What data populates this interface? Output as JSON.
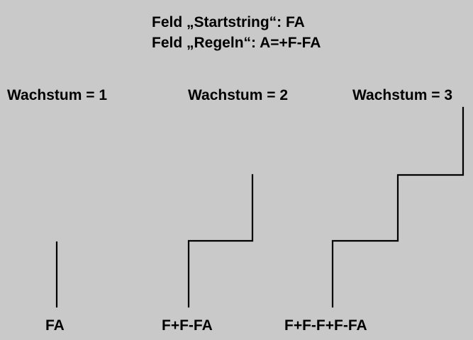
{
  "header": {
    "line1": "Feld „Startstring“: FA",
    "line2": "Feld „Regeln“: A=+F-FA"
  },
  "stages": [
    {
      "heading": "Wachstum = 1",
      "result": "FA"
    },
    {
      "heading": "Wachstum = 2",
      "result": "F+F-FA"
    },
    {
      "heading": "Wachstum = 3",
      "result": "F+F-F+F-FA"
    }
  ],
  "colors": {
    "background": "#c9c9c9",
    "ink": "#000000"
  }
}
